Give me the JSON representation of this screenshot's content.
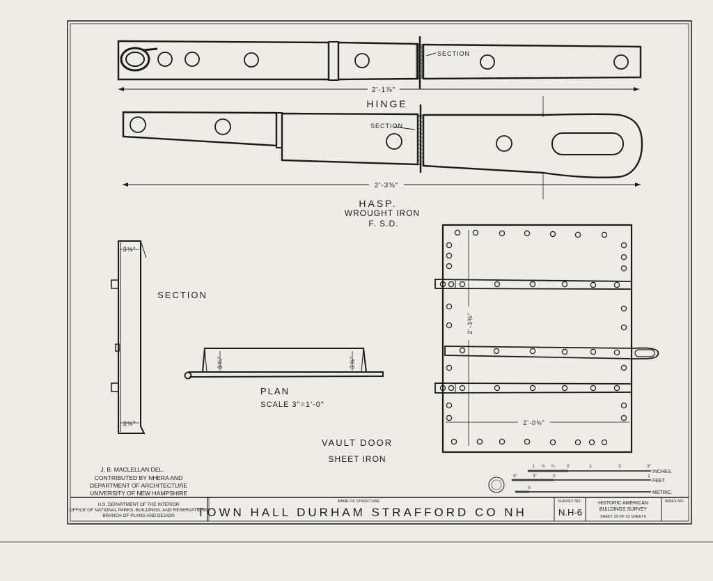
{
  "hinge": {
    "title": "HINGE",
    "section_label": "SECTION",
    "dimension": "2'-1⅞\""
  },
  "hasp": {
    "title": "HASP.",
    "material": "WROUGHT IRON",
    "initials": "F. S.D.",
    "section_label": "SECTION",
    "dimension": "2'-3⅝\""
  },
  "section_view": {
    "title": "SECTION",
    "dim_top": "3⅛\"",
    "dim_bottom": "3⅛\""
  },
  "plan_view": {
    "title": "PLAN",
    "scale": "SCALE 3\"=1'-0\"",
    "dim_left": "3¾\"",
    "dim_right": "3⅝\""
  },
  "door": {
    "title": "VAULT DOOR",
    "material": "SHEET IRON",
    "dim_height": "2'-3⅜\"",
    "dim_width": "2'-0⅝\""
  },
  "credits": {
    "line1": "J. B. MACLELLAN DEL.",
    "line2": "CONTRIBUTED BY NHERA AND",
    "line3": "DEPARTMENT OF ARCHITECTURE",
    "line4": "UNIVERSITY OF NEW HAMPSHIRE"
  },
  "scale_bar": {
    "inches_label": "INCHES.",
    "feet_label": "FEET.",
    "metric_label": "METRIC.",
    "inch_ticks": [
      "1",
      "½",
      "¼",
      "0",
      "1",
      "2",
      "3\""
    ],
    "feet_ticks": [
      "6\"",
      "3\"",
      "0",
      "1"
    ],
    "metric_ticks": [
      "0"
    ]
  },
  "title_block": {
    "agency_line1": "U.S. DEPARTMENT OF THE INTERIOR",
    "agency_line2": "OFFICE OF NATIONAL PARKS, BUILDINGS, AND RESERVATIONS",
    "agency_line3": "BRANCH OF PLANS AND DESIGN",
    "structure_caption": "NAME OF STRUCTURE",
    "structure_name": "TOWN HALL DURHAM STRAFFORD CO NH",
    "survey_caption": "SURVEY NO.",
    "survey_no": "N.H-6",
    "habs_line1": "HISTORIC AMERICAN",
    "habs_line2": "BUILDINGS SURVEY",
    "sheet_line": "SHEET 20 OF 22 SHEETS",
    "index_caption": "INDEX NO."
  }
}
